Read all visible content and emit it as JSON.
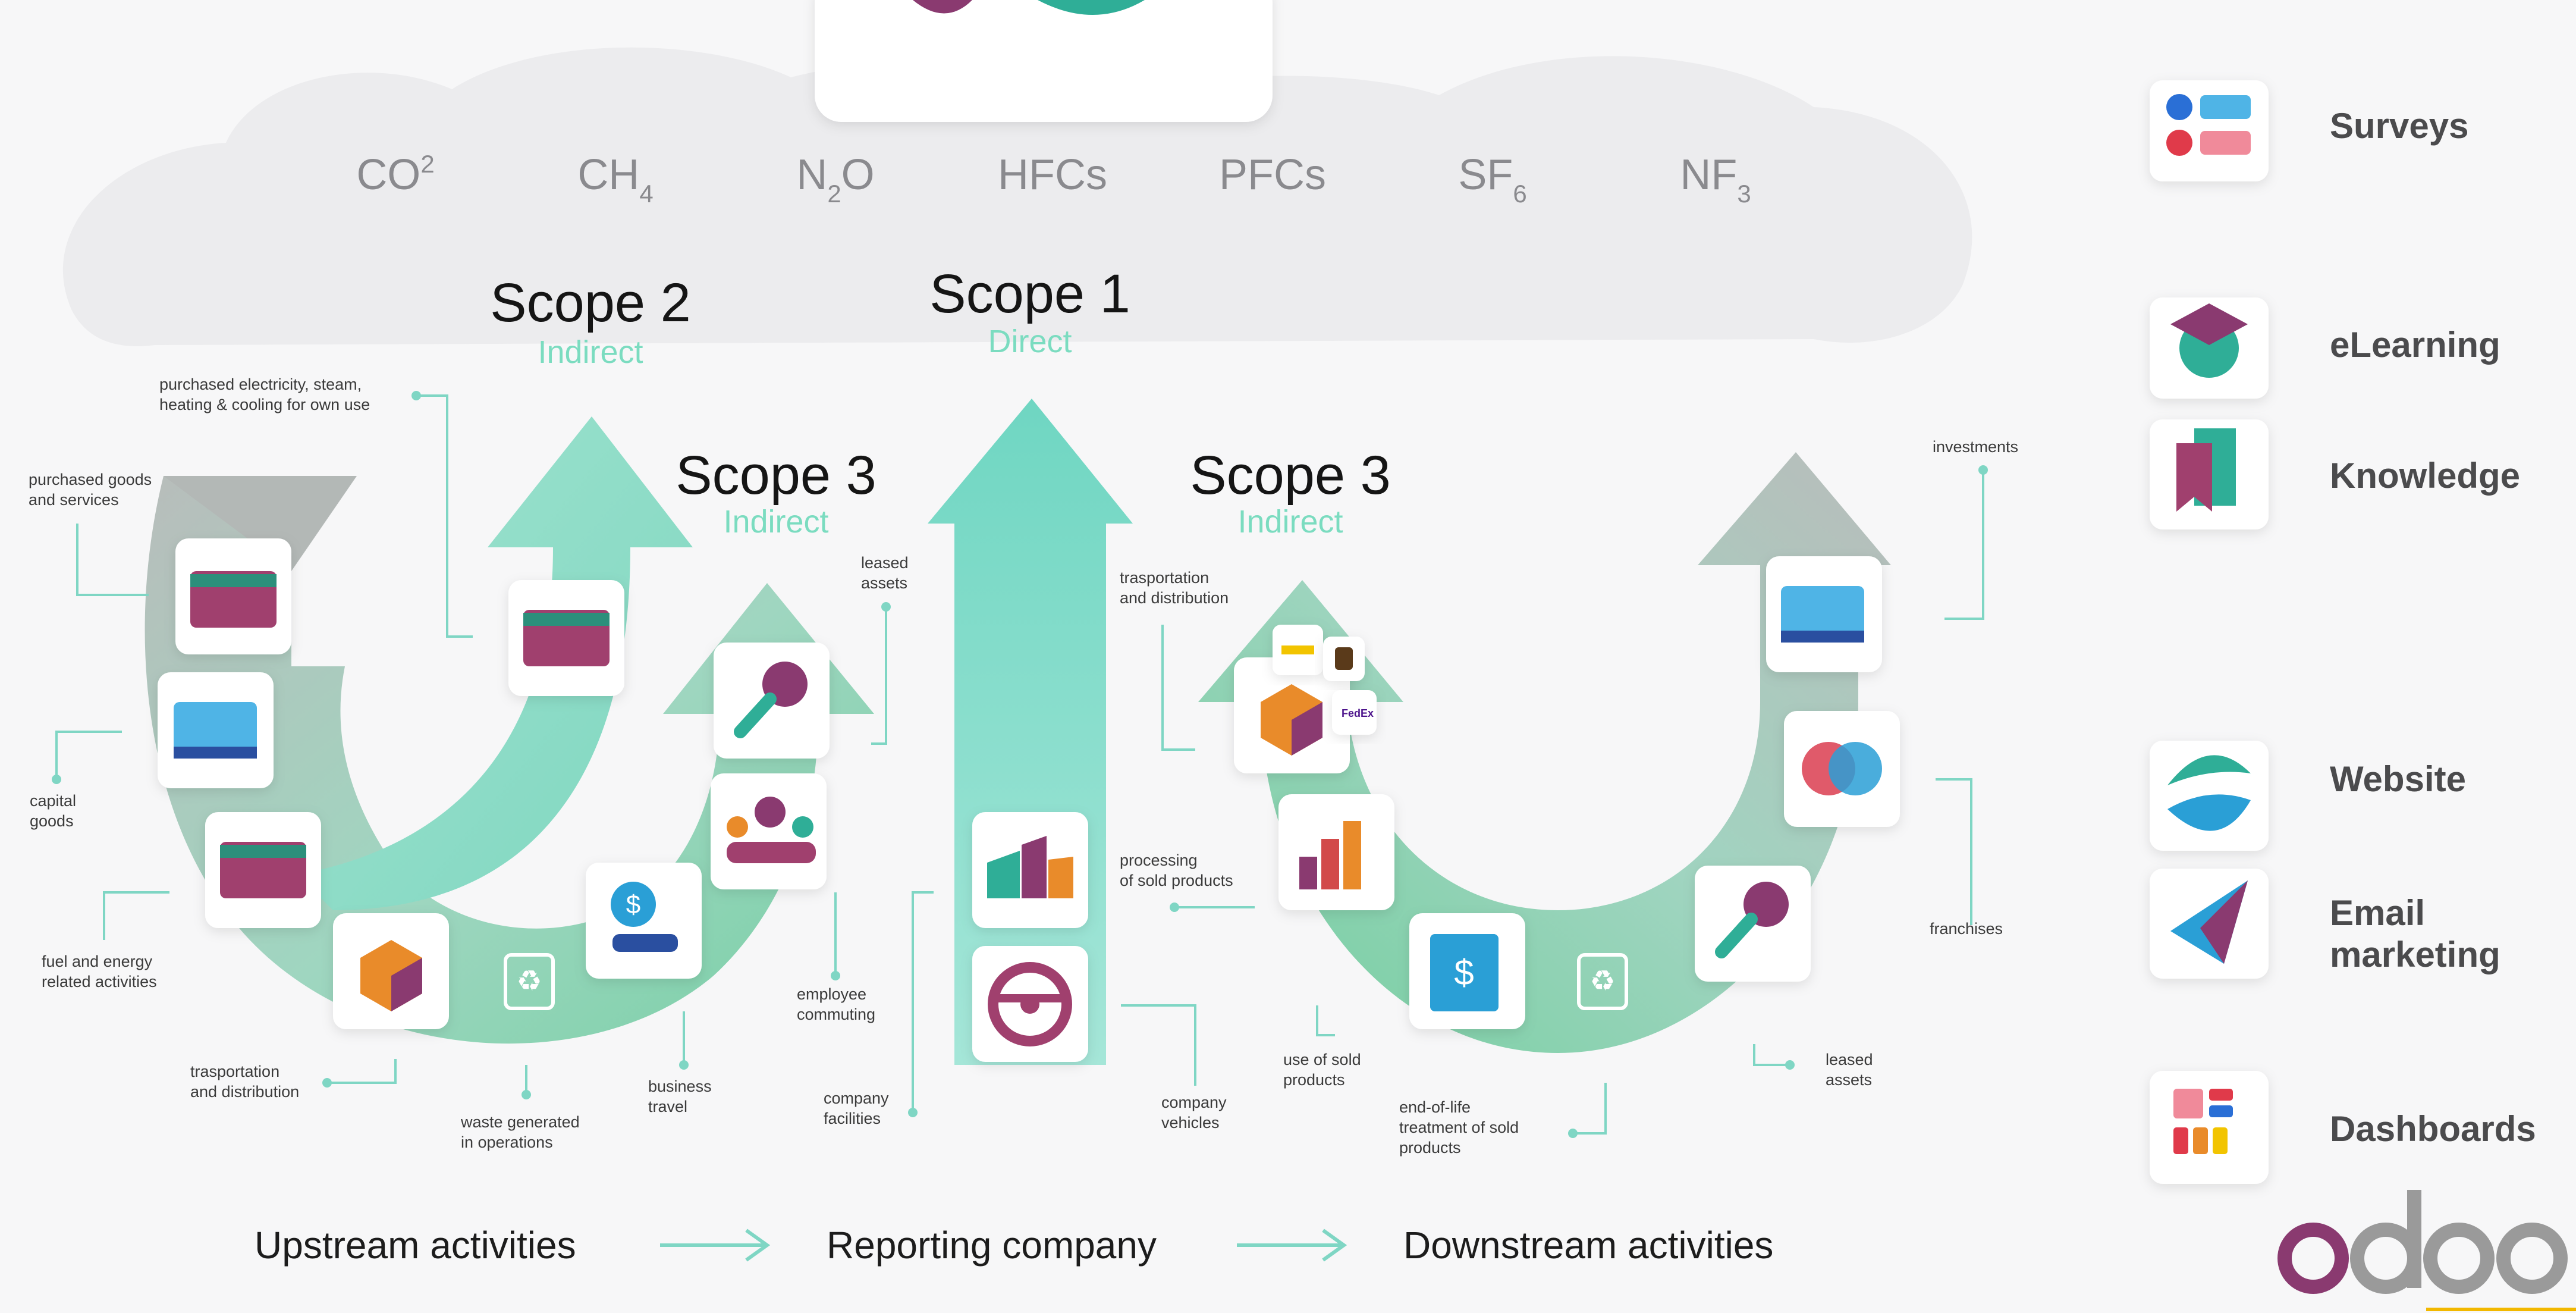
{
  "gases": [
    {
      "base": "CO",
      "sup": "2"
    },
    {
      "base": "CH",
      "sub": "4"
    },
    {
      "base": "N",
      "sub": "2",
      "tail": "O"
    },
    {
      "base": "HFCs"
    },
    {
      "base": "PFCs"
    },
    {
      "base": "SF",
      "sub": "6"
    },
    {
      "base": "NF",
      "sub": "3"
    }
  ],
  "scopes": {
    "scope2": {
      "title": "Scope 2",
      "subtitle": "Indirect"
    },
    "scope1": {
      "title": "Scope 1",
      "subtitle": "Direct"
    },
    "scope3_up": {
      "title": "Scope 3",
      "subtitle": "Indirect"
    },
    "scope3_down": {
      "title": "Scope 3",
      "subtitle": "Indirect"
    }
  },
  "labels": {
    "purchased_electricity": [
      "purchased electricity, steam,",
      "heating & cooling for own use"
    ],
    "purchased_goods": [
      "purchased goods",
      "and services"
    ],
    "capital_goods": [
      "capital",
      "goods"
    ],
    "fuel_energy": [
      "fuel and energy",
      "related activities"
    ],
    "transport_up": [
      "trasportation",
      "and distribution"
    ],
    "waste": [
      "waste generated",
      "in operations"
    ],
    "business_travel": [
      "business",
      "travel"
    ],
    "employee_commuting": [
      "employee",
      "commuting"
    ],
    "leased_assets_up": [
      "leased",
      "assets"
    ],
    "company_facilities": [
      "company",
      "facilities"
    ],
    "transport_down": [
      "trasportation",
      "and distribution"
    ],
    "processing": [
      "processing",
      "of sold products"
    ],
    "company_vehicles": [
      "company",
      "vehicles"
    ],
    "use_sold": [
      "use of sold",
      "products"
    ],
    "end_of_life": [
      "end-of-life",
      "treatment of sold",
      "products"
    ],
    "investments": [
      "investments"
    ],
    "franchises": [
      "franchises"
    ],
    "leased_assets_down": [
      "leased",
      "assets"
    ]
  },
  "flow": {
    "upstream": "Upstream activities",
    "reporting": "Reporting company",
    "downstream": "Downstream activities"
  },
  "apps": [
    {
      "label": "Surveys",
      "icon": "surveys-icon"
    },
    {
      "label": "eLearning",
      "icon": "elearning-icon"
    },
    {
      "label": "Knowledge",
      "icon": "knowledge-icon"
    },
    {
      "label": "Website",
      "icon": "website-icon"
    },
    {
      "label": "Email",
      "label2": "marketing",
      "icon": "email-marketing-icon"
    },
    {
      "label": "Dashboards",
      "icon": "dashboards-icon"
    }
  ],
  "brand": {
    "logo": "odoo"
  },
  "colors": {
    "teal": "#7fd6c4",
    "green": "#6fd0a8",
    "purple": "#8a3a70",
    "gray": "#b6b6b6"
  }
}
